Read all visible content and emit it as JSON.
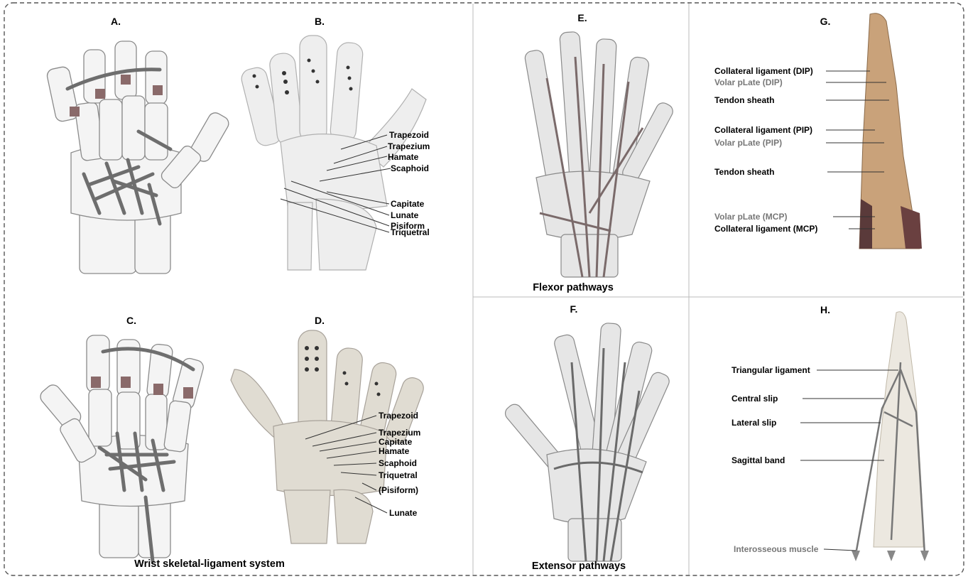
{
  "panels": {
    "A": "A.",
    "B": "B.",
    "C": "C.",
    "D": "D.",
    "E": "E.",
    "F": "F.",
    "G": "G.",
    "H": "H."
  },
  "captions": {
    "wrist": "Wrist skeletal-ligament system",
    "flexor": "Flexor pathways",
    "extensor": "Extensor pathways"
  },
  "panel_b_labels": [
    "Trapezoid",
    "Trapezium",
    "Hamate",
    "Scaphoid",
    "Capitate",
    "Lunate",
    "Pisiform",
    "Triquetral"
  ],
  "panel_d_labels": [
    "Trapezoid",
    "Trapezium",
    "Capitate",
    "Hamate",
    "Scaphoid",
    "Triquetral",
    "(Pisiform)",
    "Lunate"
  ],
  "panel_g_labels": [
    "Collateral ligament (DIP)",
    "Volar pLate (DIP)",
    "Tendon sheath",
    "Collateral ligament (PIP)",
    "Volar pLate (PIP)",
    "Tendon sheath",
    "Volar pLate (MCP)",
    "Collateral ligament (MCP)"
  ],
  "panel_h_labels": [
    "Triangular ligament",
    "Central slip",
    "Lateral slip",
    "Sagittal band",
    "Interosseous muscle"
  ],
  "colors": {
    "bone_fill": "#f2f2f2",
    "outline": "#8a8a8a",
    "ligament": "#6e6e6e",
    "tendon": "#7a7a7a",
    "muscle": "#9a5a5a",
    "finger_model": "#c8a07a",
    "frame": "#555555"
  }
}
